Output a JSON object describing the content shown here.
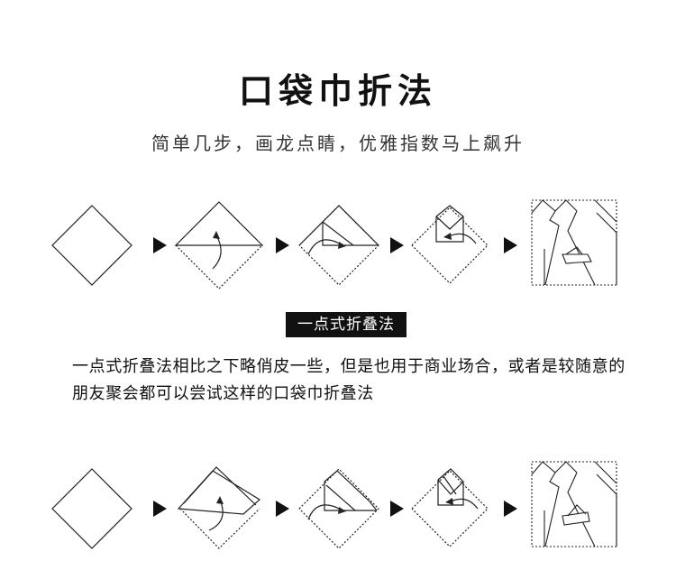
{
  "page": {
    "title": "口袋巾折法",
    "subtitle": "简单几步，画龙点睛，优雅指数马上飙升"
  },
  "section": {
    "badge": "一点式折叠法",
    "description": "一点式折叠法相比之下略俏皮一些，但是也用于商业场合，或者是较随意的朋友聚会都可以尝试这样的口袋巾折叠法"
  },
  "icons": {
    "step_arrow": "play-triangle-icon",
    "fold_direction": "curved-arrow-icon",
    "suit": "suit-jacket-icon"
  },
  "colors": {
    "ink": "#111111",
    "background": "#ffffff",
    "badge_bg": "#111111",
    "badge_text": "#ffffff"
  }
}
